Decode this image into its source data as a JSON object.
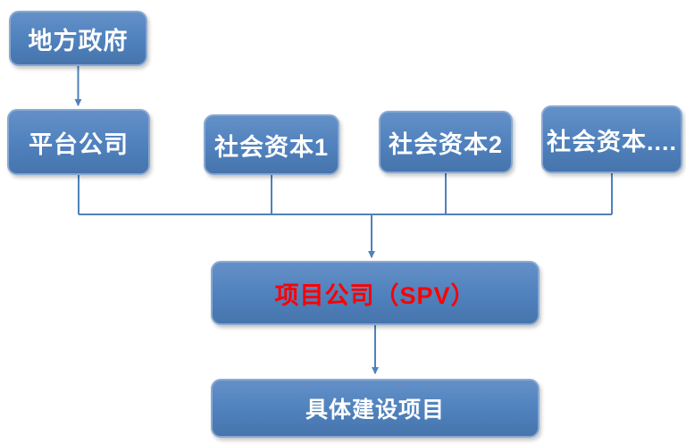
{
  "diagram": {
    "type": "flowchart",
    "description": "PPP project company structure diagram",
    "nodes": {
      "local_government": {
        "label": "地方政府"
      },
      "platform_company": {
        "label": "平台公司"
      },
      "social_capital_1": {
        "label": "社会资本1"
      },
      "social_capital_2": {
        "label": "社会资本2"
      },
      "social_capital_n": {
        "label": "社会资本...."
      },
      "spv": {
        "label": "项目公司（SPV）"
      },
      "construction_project": {
        "label": "具体建设项目"
      }
    },
    "edges": [
      {
        "from": "local_government",
        "to": "platform_company",
        "arrow": true
      },
      {
        "from": "platform_company",
        "to": "spv",
        "arrow": true
      },
      {
        "from": "social_capital_1",
        "to": "spv",
        "arrow": true
      },
      {
        "from": "social_capital_2",
        "to": "spv",
        "arrow": true
      },
      {
        "from": "social_capital_n",
        "to": "spv",
        "arrow": true
      },
      {
        "from": "spv",
        "to": "construction_project",
        "arrow": true
      }
    ],
    "colors": {
      "node_fill": "#4f81bd",
      "node_border": "#89a9d4",
      "node_text": "#ffffff",
      "spv_text": "#ff0000",
      "connector": "#4f81bd",
      "background": "#ffffff"
    }
  }
}
